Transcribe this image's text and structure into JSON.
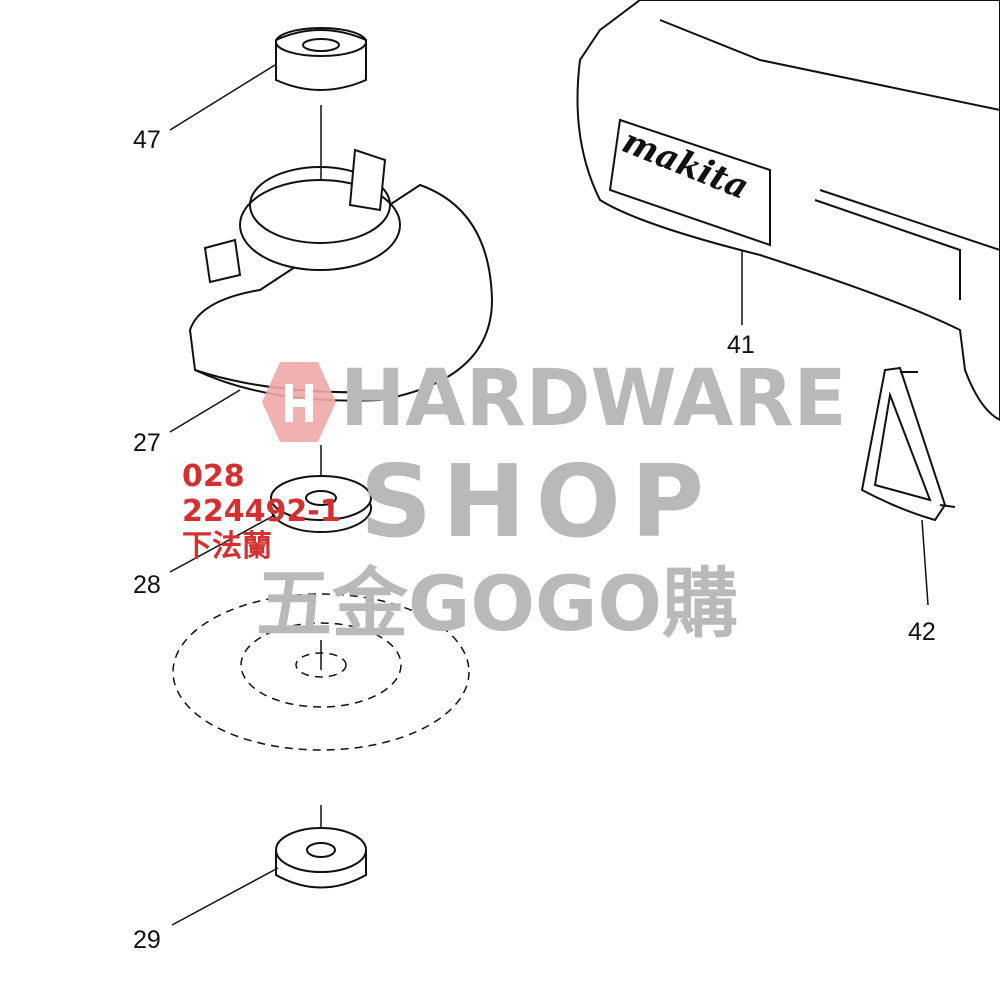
{
  "parts": [
    {
      "number": "47"
    },
    {
      "number": "27"
    },
    {
      "number": "28"
    },
    {
      "number": "29"
    },
    {
      "number": "41"
    },
    {
      "number": "42"
    }
  ],
  "tool_logo": "makita",
  "watermark": {
    "line1": "HARDWARE",
    "line2": "SHOP",
    "line3": "五金GOGO購",
    "logo_color": "#f0a8a8",
    "text_color": "#b9b9b9"
  },
  "highlight": {
    "ref_no": "028",
    "part_no": "224492-1",
    "name": "下法蘭",
    "color": "#d62f2f"
  }
}
